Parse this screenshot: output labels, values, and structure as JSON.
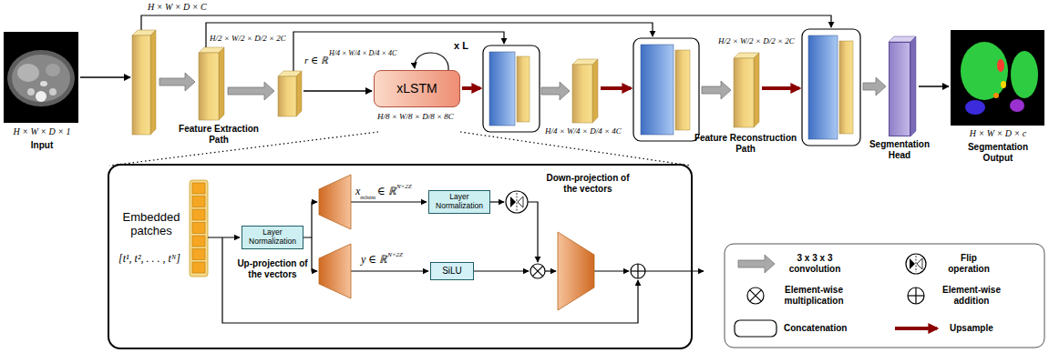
{
  "diagram": {
    "nodes": [
      {
        "text": [
          "xLSTM"
        ]
      },
      {
        "text": [
          "Segmentation Head"
        ]
      },
      {
        "text": [
          "Embedded patches",
          "[t¹, t², . . . , tᴺ]"
        ]
      },
      {
        "text": [
          "Layer Normalization"
        ],
        "in": 2
      },
      {
        "text": [
          "Layer Normalization"
        ],
        "in": 2
      },
      {
        "text": [
          "SiLU"
        ],
        "in": 2
      }
    ],
    "labels": [
      "H × W × D × 1",
      "Input",
      "H × W × D × C",
      "H/2 × W/2 × D/2 × 2C",
      "Feature Extraction Path",
      "r ∈ ℝ",
      "H/4 × W/4 × D/4 × 4C",
      "x L",
      "H/8 × W/8 × D/8 × 8C",
      "H/4 × W/4 × D/4 × 4C",
      "Feature Reconstruction Path",
      "H/2 × W/2 × D/2 × 2C",
      "H × W × D × c",
      "Segmentation Output",
      "Up-projection of the vectors",
      "x",
      "mlstm",
      "∈ ℝ",
      "N×2Z",
      "y ∈ ℝ",
      "N×2Z",
      "Down-projection of the vectors"
    ],
    "legend": [
      {
        "text": "3 x 3 x 3 convolution"
      },
      {
        "text": "Flip operation"
      },
      {
        "text": "Element-wise multiplication"
      },
      {
        "text": "Element-wise addition"
      },
      {
        "text": "Concatenation"
      },
      {
        "text": "Upsample"
      }
    ]
  }
}
